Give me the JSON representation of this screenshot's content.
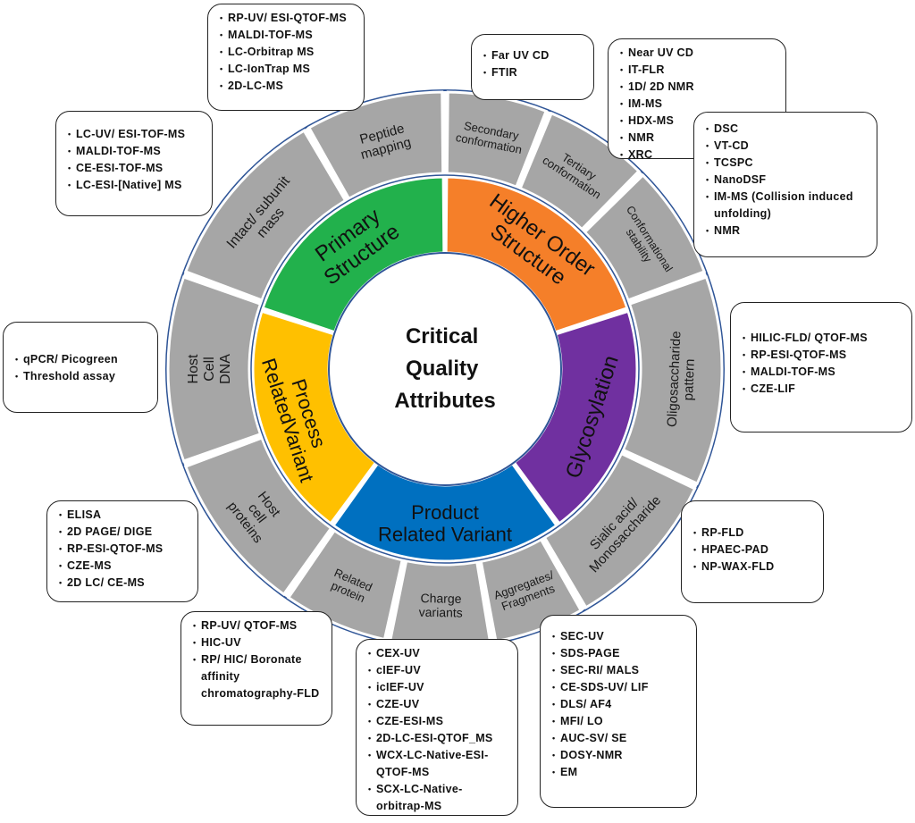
{
  "center": {
    "lines": [
      "Critical",
      "Quality",
      "Attributes"
    ]
  },
  "inner_segments": [
    {
      "id": "primary",
      "lines": [
        "Primary",
        "Structure"
      ],
      "color": "#22b14c"
    },
    {
      "id": "hos",
      "lines": [
        "Higher Order",
        "Structure"
      ],
      "color": "#f57f29"
    },
    {
      "id": "glyco",
      "lines": [
        "Glycosylation"
      ],
      "color": "#7030a0"
    },
    {
      "id": "product",
      "lines": [
        "Product",
        "Related Variant"
      ],
      "color": "#0070c0"
    },
    {
      "id": "process",
      "lines": [
        "Process",
        "RelatedVariant"
      ],
      "color": "#ffc000"
    }
  ],
  "outer_segments": [
    {
      "id": "peptide",
      "lines": [
        "Peptide",
        "mapping"
      ]
    },
    {
      "id": "secondary",
      "lines": [
        "Secondary",
        "conformation"
      ]
    },
    {
      "id": "tertiary",
      "lines": [
        "Tertiary",
        "conformation"
      ]
    },
    {
      "id": "stability",
      "lines": [
        "Conformational",
        "stability"
      ]
    },
    {
      "id": "oligo",
      "lines": [
        "Oligosaccharide",
        "pattern"
      ]
    },
    {
      "id": "sialic",
      "lines": [
        "Sialic acid/",
        "Monosaccharide"
      ]
    },
    {
      "id": "aggregates",
      "lines": [
        "Aggregates/",
        "Fragments"
      ]
    },
    {
      "id": "charge",
      "lines": [
        "Charge",
        "variants"
      ]
    },
    {
      "id": "related",
      "lines": [
        "Related",
        "protein"
      ]
    },
    {
      "id": "hcp",
      "lines": [
        "Host",
        "cell",
        "proteins"
      ]
    },
    {
      "id": "hcdna",
      "lines": [
        "Host",
        "Cell",
        "DNA"
      ]
    },
    {
      "id": "intact",
      "lines": [
        "Intact/ subunit",
        "mass"
      ]
    }
  ],
  "method_boxes": {
    "peptide": [
      "RP-UV/ ESI-QTOF-MS",
      "MALDI-TOF-MS",
      "LC-Orbitrap MS",
      "LC-IonTrap MS",
      "2D-LC-MS"
    ],
    "intact": [
      "LC-UV/ ESI-TOF-MS",
      "MALDI-TOF-MS",
      "CE-ESI-TOF-MS",
      "LC-ESI-[Native] MS"
    ],
    "secondary": [
      "Far UV CD",
      "FTIR"
    ],
    "tertiary": [
      "Near UV CD",
      "IT-FLR",
      "1D/ 2D NMR",
      "IM-MS",
      "HDX-MS",
      "NMR",
      "XRC"
    ],
    "stability": [
      "DSC",
      "VT-CD",
      "TCSPC",
      "NanoDSF",
      "IM-MS (Collision induced unfolding)",
      "NMR"
    ],
    "hcdna": [
      "qPCR/ Picogreen",
      "Threshold assay"
    ],
    "oligo": [
      "HILIC-FLD/ QTOF-MS",
      "RP-ESI-QTOF-MS",
      "MALDI-TOF-MS",
      "CZE-LIF"
    ],
    "hcp": [
      "ELISA",
      "2D PAGE/ DIGE",
      "RP-ESI-QTOF-MS",
      "CZE-MS",
      "2D LC/ CE-MS"
    ],
    "sialic": [
      "RP-FLD",
      "HPAEC-PAD",
      "NP-WAX-FLD"
    ],
    "related": [
      "RP-UV/ QTOF-MS",
      "HIC-UV",
      "RP/ HIC/ Boronate affinity chromatography-FLD"
    ],
    "charge": [
      "CEX-UV",
      "cIEF-UV",
      "icIEF-UV",
      "CZE-UV",
      "CZE-ESI-MS",
      "2D-LC-ESI-QTOF_MS",
      "WCX-LC-Native-ESI-QTOF-MS",
      "SCX-LC-Native-orbitrap-MS"
    ],
    "aggregates": [
      "SEC-UV",
      "SDS-PAGE",
      "SEC-RI/ MALS",
      "CE-SDS-UV/ LIF",
      "DLS/ AF4",
      "MFI/ LO",
      "AUC-SV/ SE",
      "DOSY-NMR",
      "EM"
    ]
  },
  "colors": {
    "outer_ring": "#a6a6a6",
    "ring_border": "#2f5597",
    "box_border": "#222222"
  }
}
